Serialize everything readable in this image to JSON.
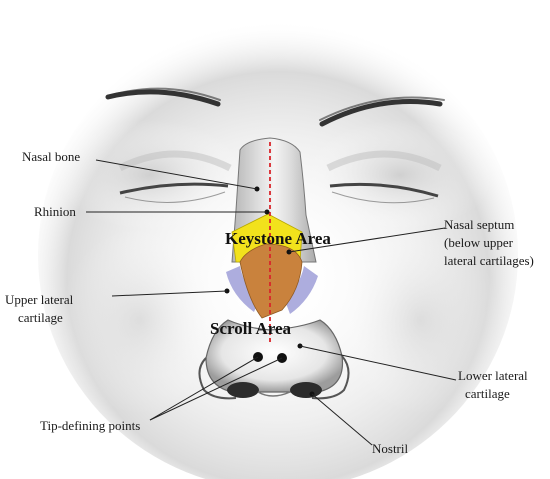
{
  "labels": {
    "nasal_bone": "Nasal bone",
    "rhinion": "Rhinion",
    "nasal_septum": "Nasal septum",
    "nasal_septum_sub1": "(below upper",
    "nasal_septum_sub2": "lateral cartilages)",
    "upper_lateral_1": "Upper lateral",
    "upper_lateral_2": "cartilage",
    "lower_lateral_1": "Lower lateral",
    "lower_lateral_2": "cartilage",
    "tip_defining": "Tip-defining points",
    "nostril": "Nostril"
  },
  "areas": {
    "keystone": "Keystone Area",
    "scroll": "Scroll Area"
  },
  "colors": {
    "keystone_yellow": "#f2e21c",
    "upper_lateral_orange": "#c9823d",
    "lower_lateral_purple": "#9f9fd8",
    "septum_dash": "#d9252a",
    "leader_line": "#222222"
  }
}
